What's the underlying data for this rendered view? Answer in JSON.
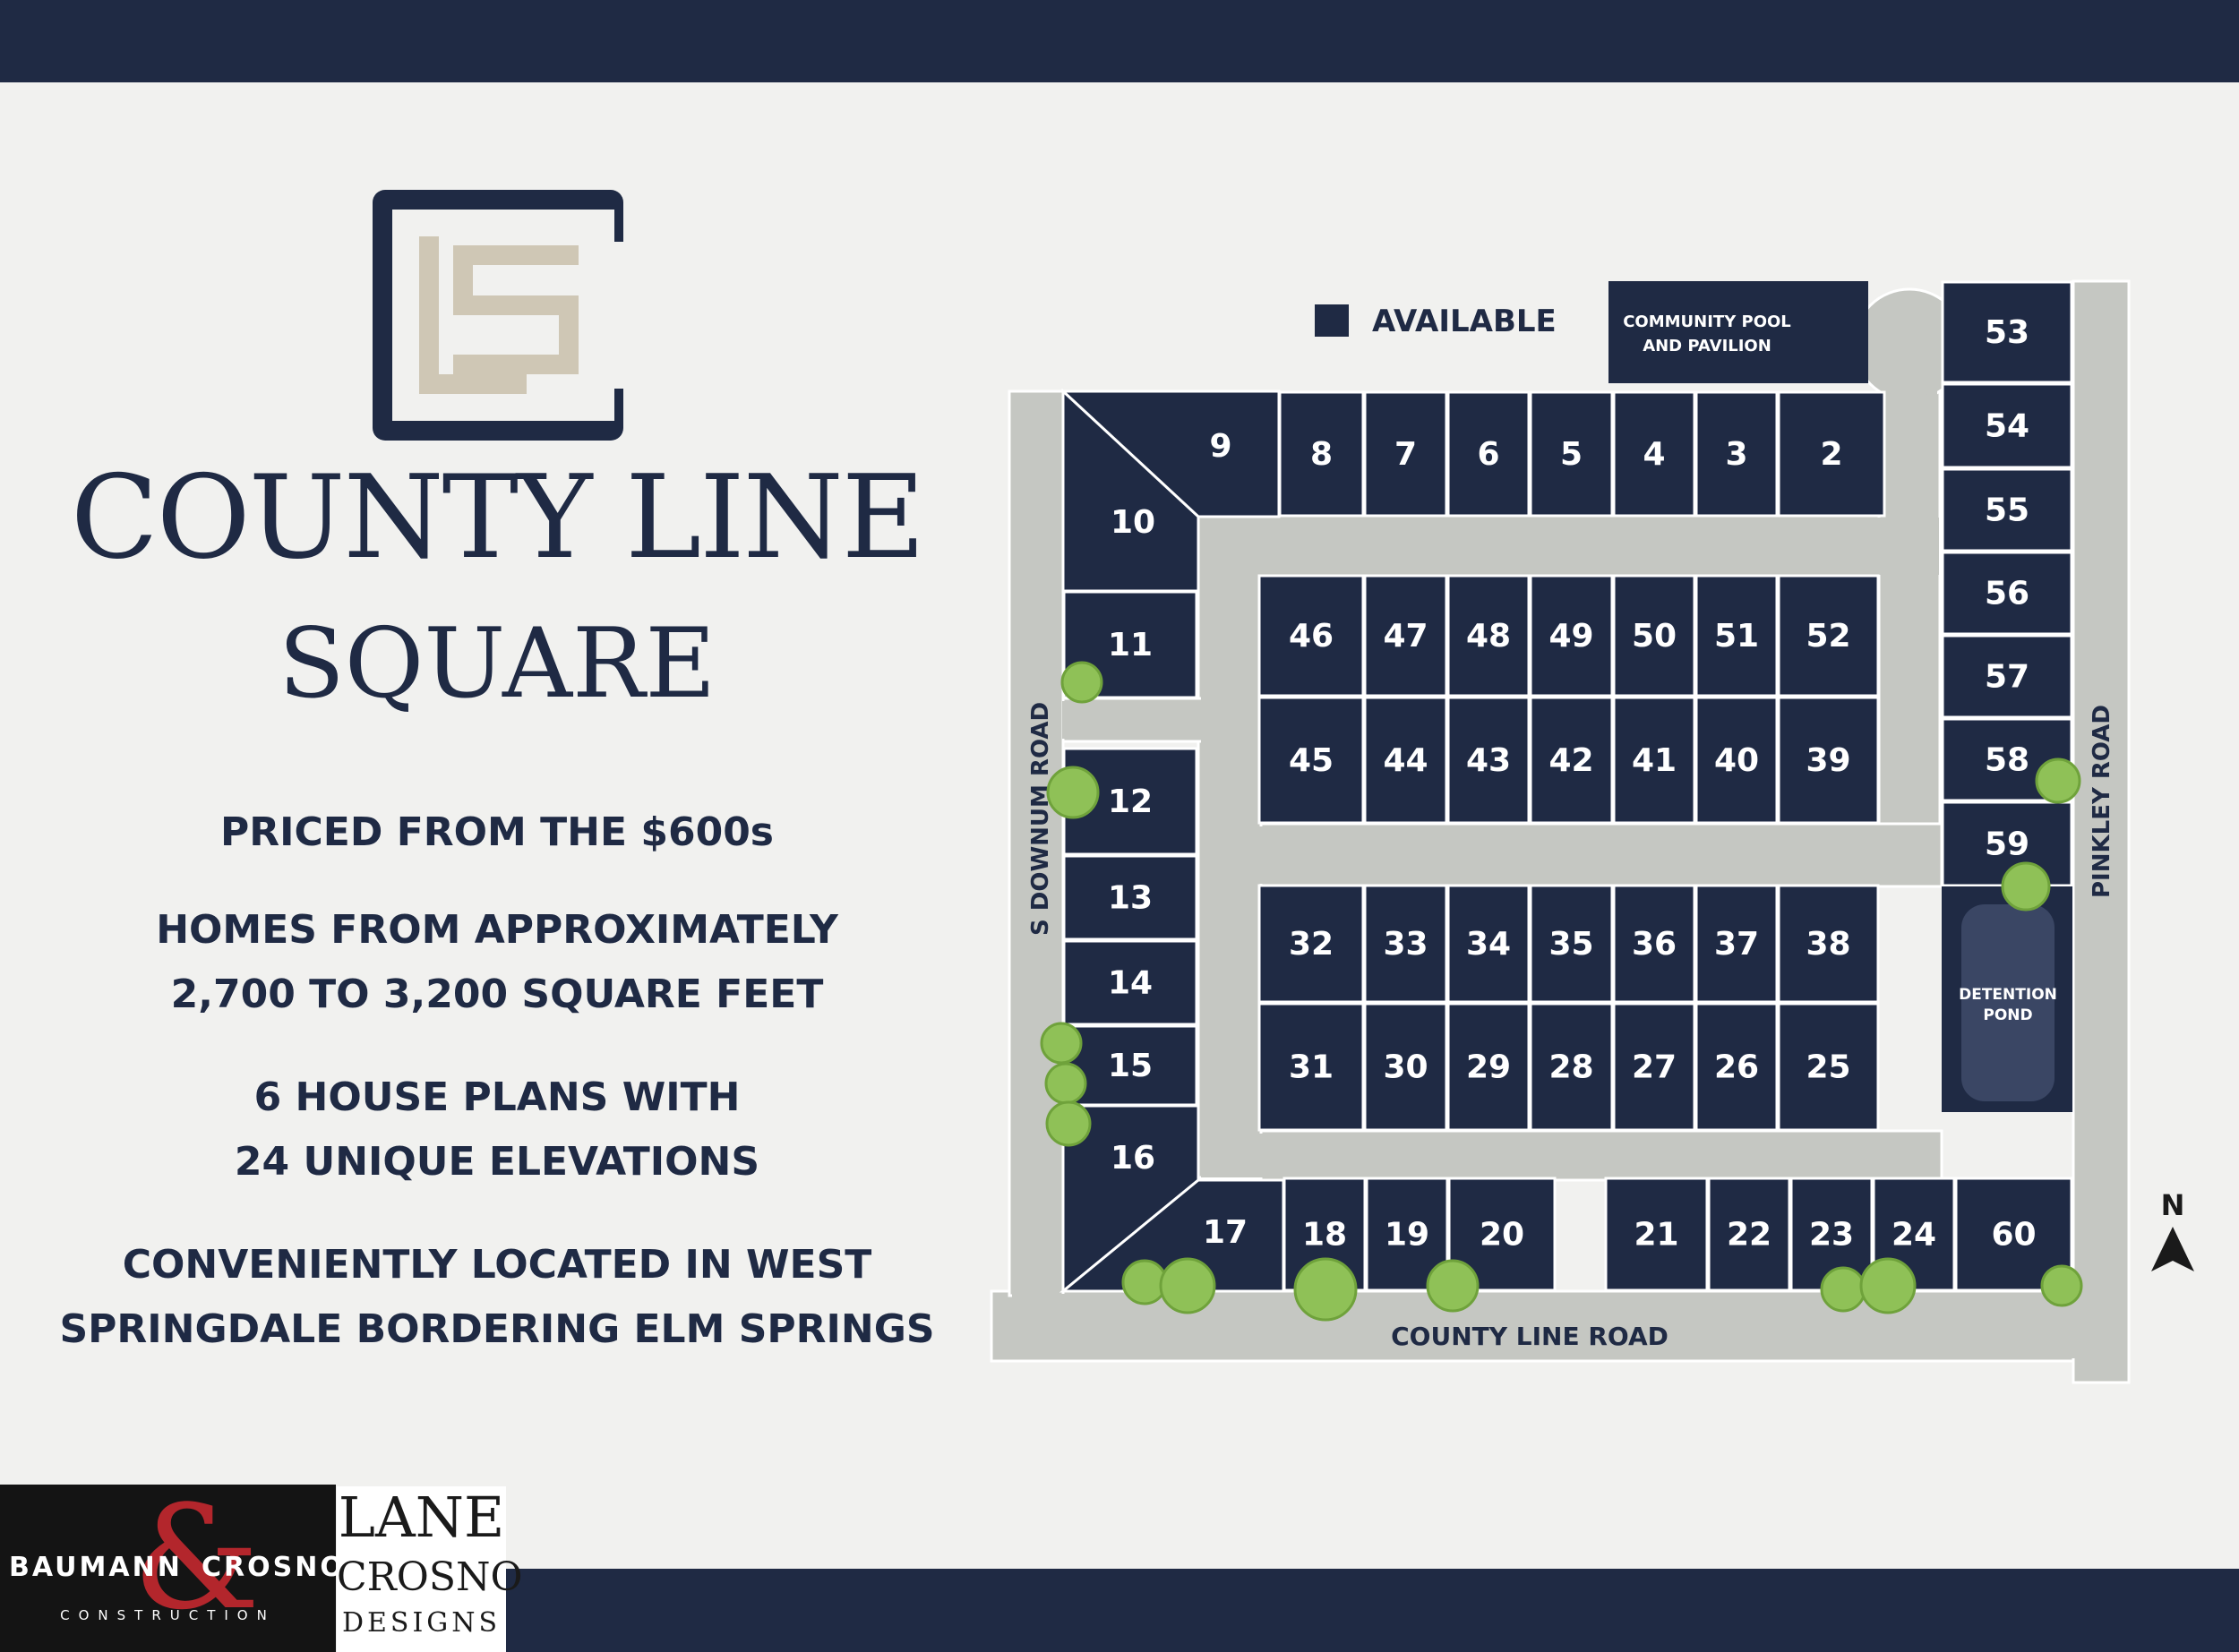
{
  "brand": {
    "monogram": "LS",
    "name_line1": "COUNTY LINE",
    "name_line2": "SQUARE"
  },
  "features": [
    "PRICED FROM THE $600s",
    "HOMES FROM APPROXIMATELY\n2,700 TO 3,200 SQUARE FEET",
    "6 HOUSE PLANS WITH\n24 UNIQUE ELEVATIONS",
    "CONVENIENTLY LOCATED IN WEST\nSPRINGDALE BORDERING ELM SPRINGS"
  ],
  "legend": {
    "available_label": "AVAILABLE"
  },
  "map": {
    "roads": {
      "west": "S DOWNUM ROAD",
      "east": "PINKLEY ROAD",
      "south": "COUNTY LINE ROAD"
    },
    "amenities": {
      "pool_line1": "COMMUNITY POOL",
      "pool_line2": "AND PAVILION",
      "pond_line1": "DETENTION",
      "pond_line2": "POND"
    },
    "north_label": "N",
    "lots": [
      "2",
      "3",
      "4",
      "5",
      "6",
      "7",
      "8",
      "9",
      "10",
      "11",
      "12",
      "13",
      "14",
      "15",
      "16",
      "17",
      "18",
      "19",
      "20",
      "21",
      "22",
      "23",
      "24",
      "25",
      "26",
      "27",
      "28",
      "29",
      "30",
      "31",
      "32",
      "33",
      "34",
      "35",
      "36",
      "37",
      "38",
      "39",
      "40",
      "41",
      "42",
      "43",
      "44",
      "45",
      "46",
      "47",
      "48",
      "49",
      "50",
      "51",
      "52",
      "53",
      "54",
      "55",
      "56",
      "57",
      "58",
      "59",
      "60"
    ]
  },
  "partners": {
    "builder_left": "BAUMANN",
    "builder_amp": "&",
    "builder_right": "CROSNO",
    "builder_sub": "CONSTRUCTION",
    "designer_line1": "LANE",
    "designer_line2": "CROSNO",
    "designer_line3": "DESIGNS"
  },
  "colors": {
    "navy": "#1f2a44",
    "road": "#c5c7c2",
    "background": "#f1f1ef",
    "logo_tan": "#cfc7b5",
    "tree": "#8fc157",
    "accent_red": "#b3262c"
  }
}
